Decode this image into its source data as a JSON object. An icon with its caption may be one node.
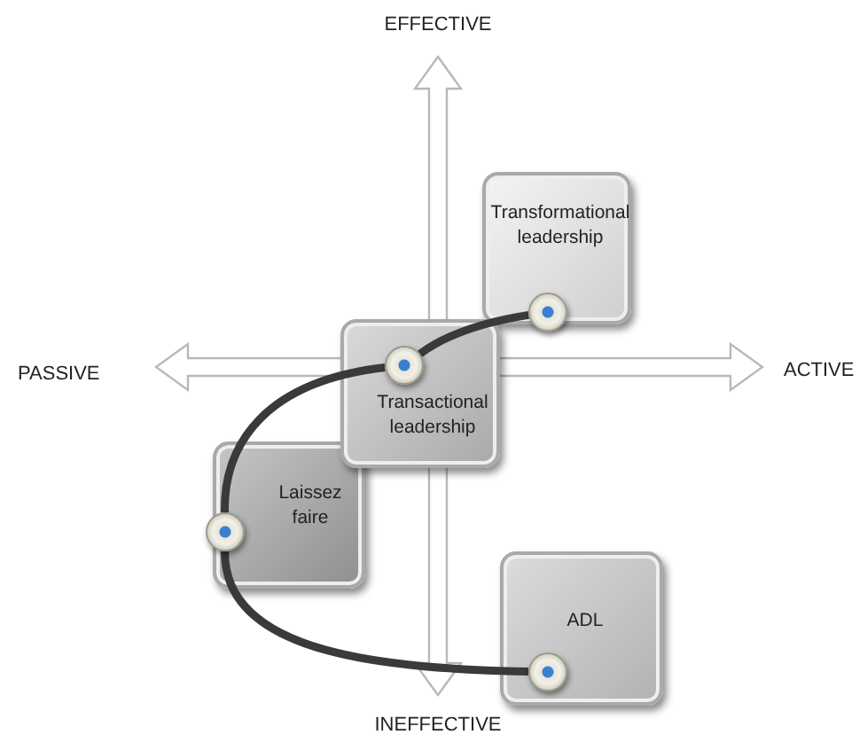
{
  "diagram": {
    "nodes": [
      {
        "text": [
          "Transformational leadership"
        ]
      },
      {
        "text": [],
        "shape": "circle",
        "in": 0
      },
      {
        "text": [
          "Transactional leadership"
        ]
      },
      {
        "text": [],
        "shape": "circle",
        "in": 2
      },
      {
        "text": [
          "Laissez faire"
        ]
      },
      {
        "text": [],
        "shape": "circle",
        "in": 4
      },
      {
        "text": [
          "ADL"
        ]
      },
      {
        "text": [],
        "shape": "circle",
        "in": 6
      }
    ],
    "edges": [
      {
        "from": 1,
        "to": 3,
        "arrow": "none"
      },
      {
        "from": 3,
        "to": 5,
        "arrow": "none"
      },
      {
        "from": 5,
        "to": 7,
        "arrow": "none"
      }
    ],
    "labels": [
      "EFFECTIVE",
      "PASSIVE",
      "ACTIVE",
      "INEFFECTIVE"
    ]
  }
}
